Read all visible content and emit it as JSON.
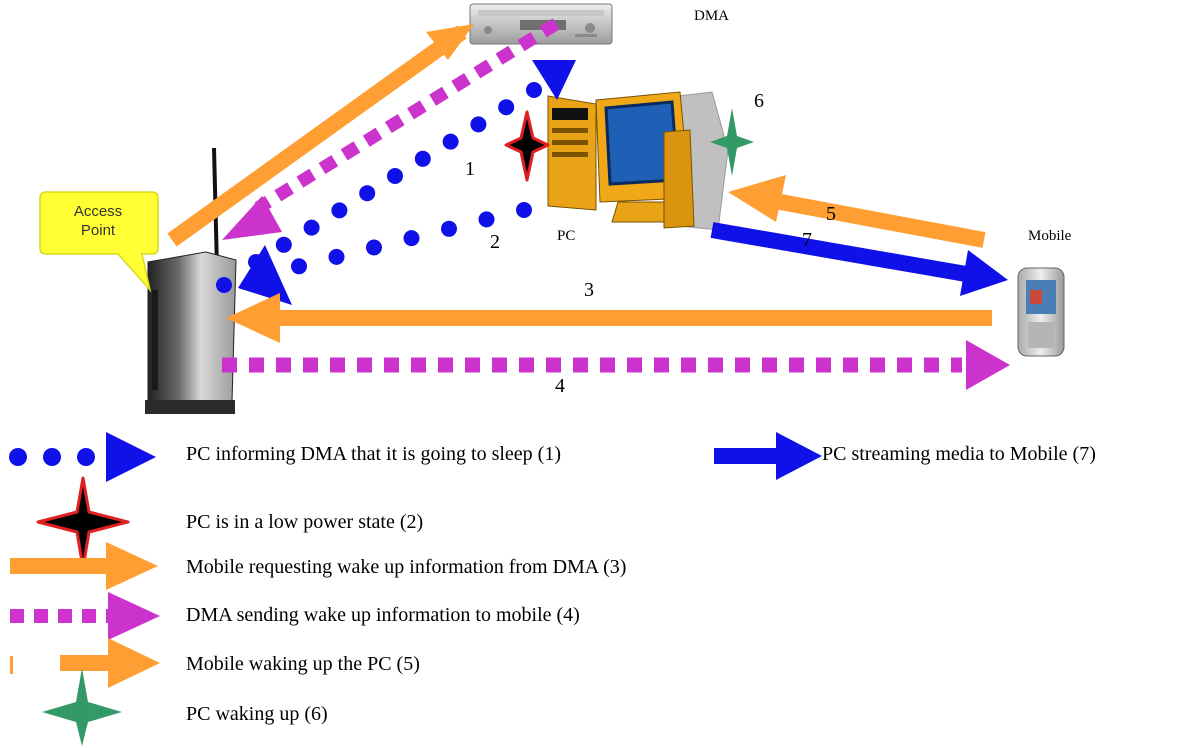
{
  "devices": {
    "dma": "DMA",
    "pc": "PC",
    "mobile": "Mobile",
    "access_point": [
      "Access",
      "Point"
    ]
  },
  "step_numbers": [
    "1",
    "2",
    "3",
    "4",
    "5",
    "6",
    "7"
  ],
  "legend": {
    "step1": "PC informing DMA that it is going to sleep (1)",
    "step2": "PC is in a low power state (2)",
    "step3": "Mobile requesting wake up information from DMA (3)",
    "step4": "DMA sending wake up information to mobile (4)",
    "step5": "Mobile waking up the PC (5)",
    "step6": "PC waking up (6)",
    "step7": "PC streaming media to Mobile (7)"
  },
  "colors": {
    "orange": "#FF9F33",
    "magenta": "#CC33CC",
    "blue": "#1010E8",
    "red": "#E02020",
    "green": "#339966",
    "callout": "#FFFF33"
  }
}
